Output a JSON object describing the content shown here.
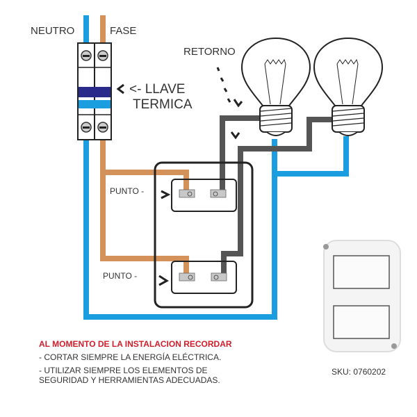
{
  "labels": {
    "neutro": "NEUTRO",
    "fase": "FASE",
    "retorno": "RETORNO",
    "llave_line1": "<- LLAVE",
    "llave_line2": "TERMICA",
    "punto_top": "PUNTO -",
    "punto_bottom": "PUNTO -"
  },
  "notes": {
    "title": "AL MOMENTO DE LA INSTALACION RECORDAR",
    "items": [
      "- CORTAR SIEMPRE LA ENERGÍA ELÉCTRICA.",
      "- UTILIZAR SIEMPRE LOS ELEMENTOS DE",
      "SEGURIDAD Y HERRAMIENTAS ADECUADAS."
    ]
  },
  "product": {
    "sku": "SKU: 0760202"
  },
  "colors": {
    "neutral_wire": "#1a9ee0",
    "phase_wire": "#d4925a",
    "return_wire": "#555555",
    "breaker_handle": "#2a2a8a",
    "title_red": "#d01d2a"
  }
}
